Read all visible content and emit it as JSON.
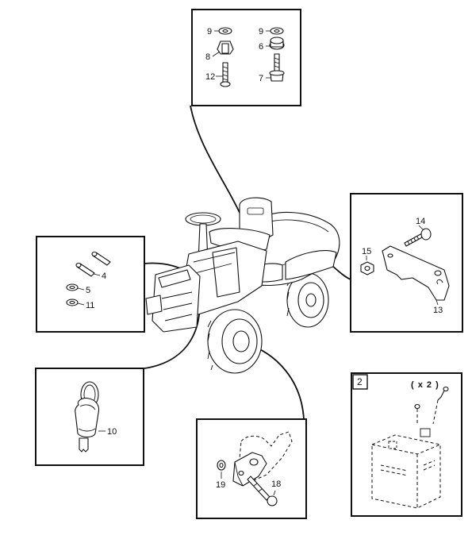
{
  "panels": {
    "hardware_top": {
      "labels": [
        "9",
        "8",
        "12",
        "9",
        "6",
        "7"
      ]
    },
    "bracket": {
      "labels": [
        "14",
        "15",
        "13"
      ]
    },
    "pins": {
      "labels": [
        "4",
        "5",
        "11"
      ]
    },
    "key": {
      "labels": [
        "10"
      ]
    },
    "hitch": {
      "labels": [
        "19",
        "18"
      ]
    },
    "battery": {
      "step_number": "2",
      "quantity": "( x 2 )"
    }
  }
}
